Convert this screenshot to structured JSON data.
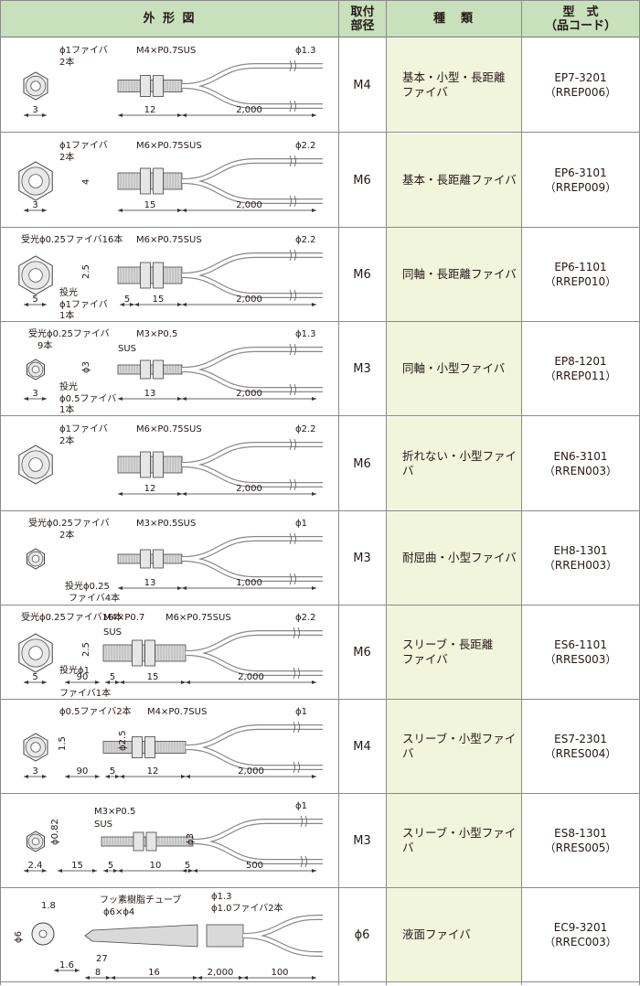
{
  "header": {
    "figure": "外 形 図",
    "size_line1": "取付",
    "size_line2": "部径",
    "kind": "種　類",
    "model_line1": "型　式",
    "model_line2": "（品コード）"
  },
  "rows": [
    {
      "size": "M4",
      "kind": [
        "基本・小型・長距離",
        "ファイバ"
      ],
      "model": "EP7-3201",
      "code": "（RREP006）",
      "labels": {
        "fiber": "ϕ1ファイバ",
        "count": "2本",
        "thread": "M4×P0.7SUS",
        "dia": "ϕ1.3",
        "d1": "3",
        "d2": "12",
        "len": "2,000"
      }
    },
    {
      "size": "M6",
      "kind": [
        "基本・長距離ファイバ"
      ],
      "model": "EP6-3101",
      "code": "（RREP009）",
      "labels": {
        "fiber": "ϕ1ファイバ",
        "count": "2本",
        "thread": "M6×P0.75SUS",
        "dia": "ϕ2.2",
        "d0": "4",
        "d1": "3",
        "d2": "15",
        "len": "2,000"
      }
    },
    {
      "size": "M6",
      "kind": [
        "同軸・長距離ファイバ"
      ],
      "model": "EP6-1101",
      "code": "（RREP010）",
      "labels": {
        "fiber": "受光ϕ0.25ファイバ16本",
        "thread": "M6×P0.75SUS",
        "dia": "ϕ2.2",
        "d0": "2.5",
        "emit": "投光",
        "emit_fiber": "ϕ1ファイバ",
        "emit_count": "1本",
        "d1": "5",
        "d3": "5",
        "d2": "15",
        "len": "2,000"
      }
    },
    {
      "size": "M3",
      "kind": [
        "同軸・小型ファイバ"
      ],
      "model": "EP8-1201",
      "code": "（RREP011）",
      "labels": {
        "fiber": "受光ϕ0.25ファイバ",
        "count": "9本",
        "thread": "M3×P0.5",
        "sus": "SUS",
        "dia": "ϕ1.3",
        "d0": "ϕ3",
        "emit": "投光",
        "emit_fiber": "ϕ0.5ファイバ",
        "emit_count": "1本",
        "d1": "3",
        "d2": "13",
        "len": "2,000"
      }
    },
    {
      "size": "M6",
      "kind": [
        "折れない・小型ファイバ"
      ],
      "model": "EN6-3101",
      "code": "（RREN003）",
      "labels": {
        "fiber": "ϕ1ファイバ",
        "count": "2本",
        "thread": "M6×P0.75SUS",
        "dia": "ϕ2.2",
        "d2": "12",
        "len": "2,000"
      }
    },
    {
      "size": "M3",
      "kind": [
        "耐屈曲・小型ファイバ"
      ],
      "model": "EH8-1301",
      "code": "（RREH003）",
      "labels": {
        "fiber": "受光ϕ0.25ファイバ",
        "count": "2本",
        "thread": "M3×P0.5SUS",
        "dia": "ϕ1",
        "emit": "投光ϕ0.25",
        "emit_count": "ファイバ4本",
        "d2": "13",
        "len": "1,000"
      }
    },
    {
      "size": "M6",
      "kind": [
        "スリーブ・長距離",
        "ファイバ"
      ],
      "model": "ES6-1101",
      "code": "（RRES003）",
      "labels": {
        "fiber": "受光ϕ0.25ファイバ16本",
        "thread": "M4×P0.7",
        "sus": "SUS",
        "thread2": "M6×P0.75SUS",
        "dia": "ϕ2.2",
        "d0": "2.5",
        "emit": "投光ϕ1",
        "emit_count": "ファイバ1本",
        "d1": "5",
        "d4": "90",
        "d3": "5",
        "d2": "15",
        "len": "2,000"
      }
    },
    {
      "size": "M4",
      "kind": [
        "スリーブ・小型ファイバ"
      ],
      "model": "ES7-2301",
      "code": "（RRES004）",
      "labels": {
        "fiber": "ϕ0.5ファイバ2本",
        "thread": "M4×P0.7SUS",
        "dia": "ϕ1",
        "d0": "1.5",
        "d5": "ϕ2.5",
        "d1": "3",
        "d4": "90",
        "d3": "5",
        "d2": "12",
        "len": "2,000"
      }
    },
    {
      "size": "M3",
      "kind": [
        "スリーブ・小型ファイバ"
      ],
      "model": "ES8-1301",
      "code": "（RRES005）",
      "labels": {
        "thread": "M3×P0.5",
        "sus": "SUS",
        "dia": "ϕ1",
        "d0": "ϕ0.82",
        "d5": "ϕ3",
        "d1": "2.4",
        "d4": "15",
        "d3": "5",
        "d2": "10",
        "d6": "5",
        "len": "500"
      }
    },
    {
      "size": "ϕ6",
      "kind": [
        "液面ファイバ"
      ],
      "model": "EC9-3201",
      "code": "（RREC003）",
      "labels": {
        "tube": "フッ素樹脂チューブ",
        "tube_size": "ϕ6×ϕ4",
        "dia": "ϕ1.3",
        "fiber": "ϕ1.0ファイバ2本",
        "d0": "1.8",
        "side": "ϕ6",
        "d1": "1.6",
        "d7": "27",
        "d4": "8",
        "d2": "16",
        "len": "2,000",
        "len2": "100"
      }
    }
  ]
}
